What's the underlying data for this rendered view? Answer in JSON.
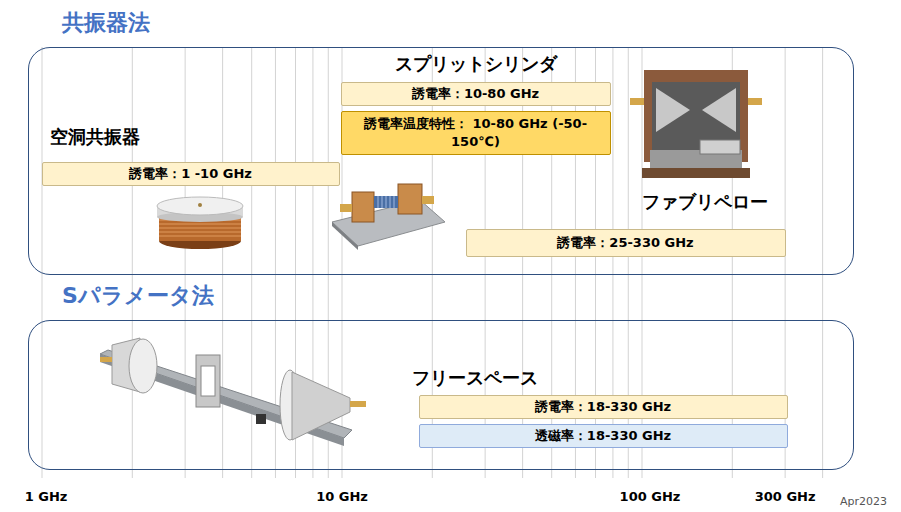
{
  "diagram": {
    "nodes": [
      {
        "text": [
          "共振器法"
        ]
      },
      {
        "text": [
          "誘電率：10-80 GHz"
        ],
        "in": 0
      },
      {
        "text": [
          "誘電率温度特性： 10-80 GHz (-50-150℃)"
        ],
        "in": 0
      },
      {
        "text": [
          "誘電率：1 -10 GHz"
        ],
        "in": 0
      },
      {
        "text": [
          "誘電率：25-330 GHz"
        ],
        "in": 0
      },
      {
        "text": [
          "Sパラメータ法"
        ]
      },
      {
        "text": [
          "誘電率：18-330 GHz"
        ],
        "in": 5
      },
      {
        "text": [
          "透磁率：18-330 GHz"
        ],
        "in": 5
      }
    ],
    "labels": [
      "スプリットシリンダ",
      "空洞共振器",
      "ファブリペロー",
      "フリースペース",
      "1 GHz",
      "10 GHz",
      "100 GHz",
      "300 GHz",
      "Apr2023"
    ]
  }
}
